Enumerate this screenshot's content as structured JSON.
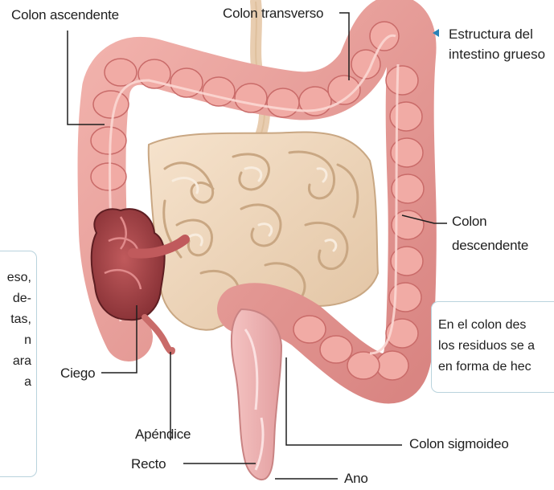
{
  "labels": {
    "ascending": "Colon ascendente",
    "transverse": "Colon transverso",
    "descending_1": "Colon",
    "descending_2": "descendente",
    "cecum": "Ciego",
    "appendix": "Apéndice",
    "rectum": "Recto",
    "sigmoid": "Colon sigmoideo",
    "anus": "Ano"
  },
  "caption": {
    "line1": "Estructura del",
    "line2": "intestino grueso"
  },
  "left_box_lines": [
    "eso,",
    "de-",
    "tas,",
    "n",
    "ara",
    "a"
  ],
  "right_box_lines": [
    "En el colon des",
    "los residuos se a",
    "en forma de hec"
  ],
  "colors": {
    "colon": "#e89a95",
    "colon_dark": "#c96b69",
    "small_intestine": "#ecd3b8",
    "cecum": "#9d3b3e",
    "accent": "#2a83b8",
    "box_border": "#b9d3dd"
  }
}
